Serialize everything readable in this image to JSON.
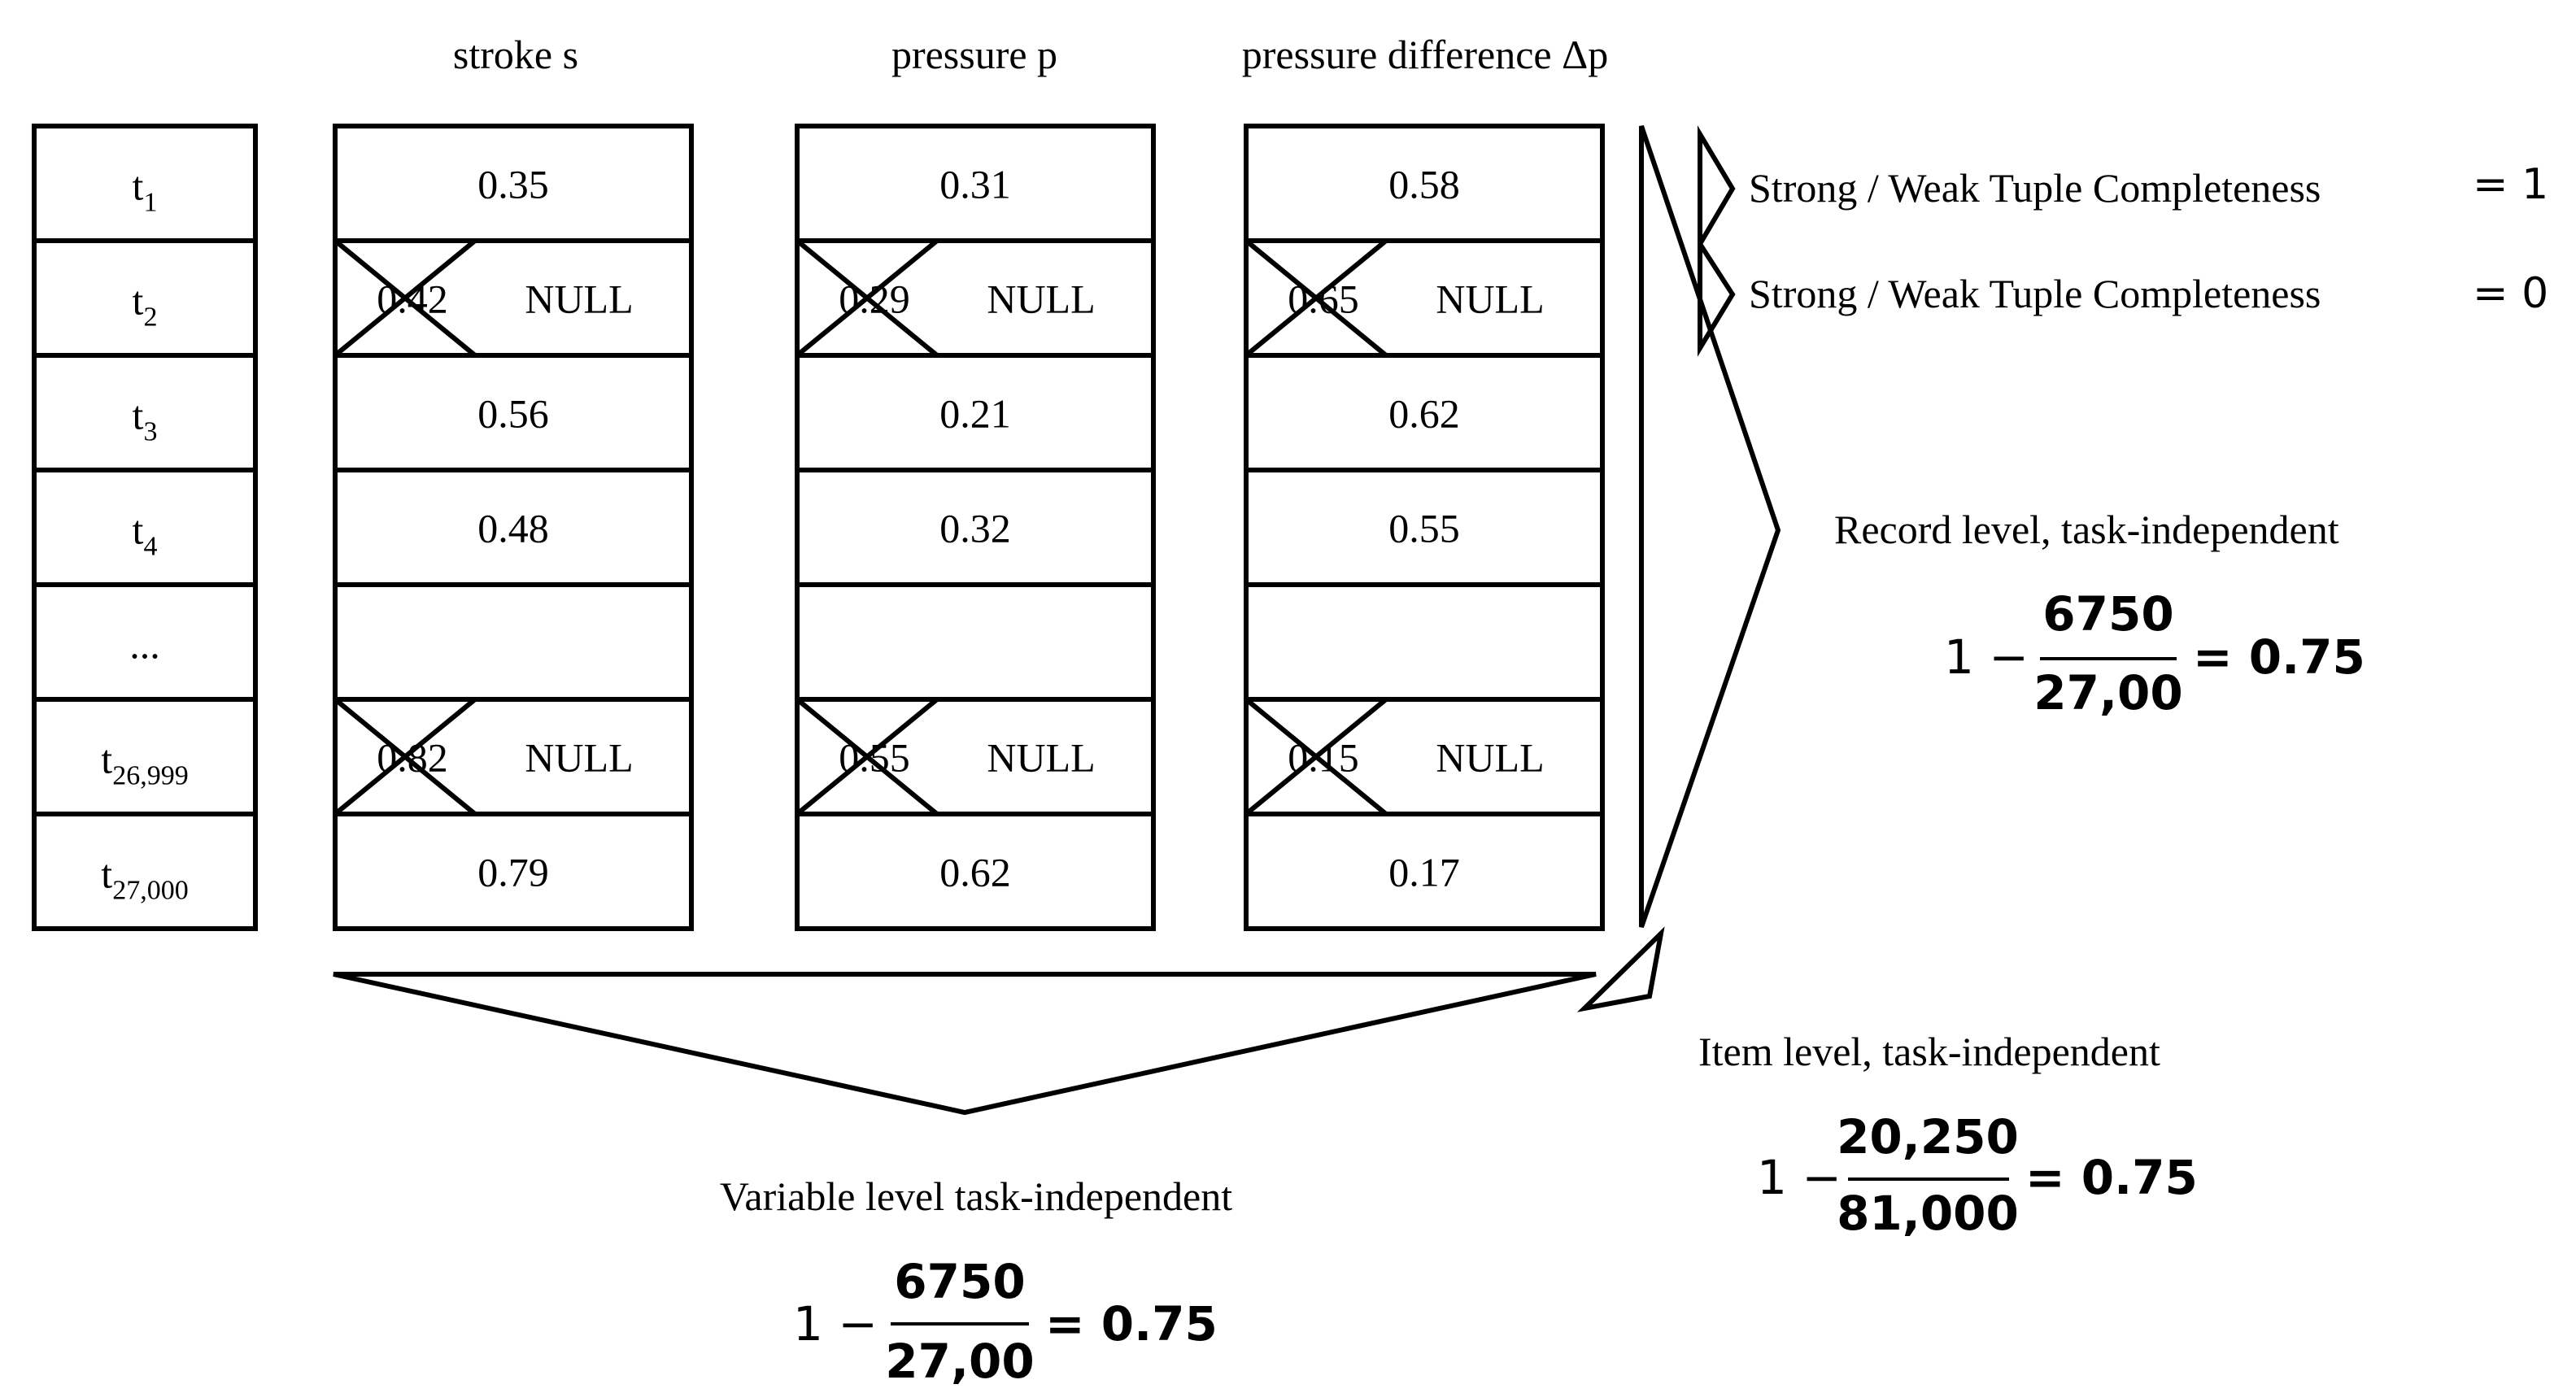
{
  "headers": {
    "stroke": "stroke s",
    "pressure": "pressure p",
    "difference": "pressure difference Δp"
  },
  "rows": [
    {
      "base": "t",
      "sub": "1"
    },
    {
      "base": "t",
      "sub": "2"
    },
    {
      "base": "t",
      "sub": "3"
    },
    {
      "base": "t",
      "sub": "4"
    },
    {
      "base": "...",
      "sub": ""
    },
    {
      "base": "t",
      "sub": "26,999"
    },
    {
      "base": "t",
      "sub": "27,000"
    }
  ],
  "columns": [
    {
      "name": "stroke",
      "cells": [
        {
          "value": "0.35"
        },
        {
          "value": "0.42",
          "struck": true,
          "replacement": "NULL"
        },
        {
          "value": "0.56"
        },
        {
          "value": "0.48"
        },
        {
          "value": ""
        },
        {
          "value": "0.82",
          "struck": true,
          "replacement": "NULL"
        },
        {
          "value": "0.79"
        }
      ]
    },
    {
      "name": "pressure",
      "cells": [
        {
          "value": "0.31"
        },
        {
          "value": "0.29",
          "struck": true,
          "replacement": "NULL"
        },
        {
          "value": "0.21"
        },
        {
          "value": "0.32"
        },
        {
          "value": ""
        },
        {
          "value": "0.55",
          "struck": true,
          "replacement": "NULL"
        },
        {
          "value": "0.62"
        }
      ]
    },
    {
      "name": "difference",
      "cells": [
        {
          "value": "0.58"
        },
        {
          "value": "0.65",
          "struck": true,
          "replacement": "NULL"
        },
        {
          "value": "0.62"
        },
        {
          "value": "0.55"
        },
        {
          "value": ""
        },
        {
          "value": "0.15",
          "struck": true,
          "replacement": "NULL"
        },
        {
          "value": "0.17"
        }
      ]
    }
  ],
  "tuple_completeness": [
    {
      "label": "Strong / Weak Tuple Completeness",
      "result": "= 1"
    },
    {
      "label": "Strong / Weak Tuple Completeness",
      "result": "= 0"
    }
  ],
  "record_level": {
    "label": "Record level, task-independent",
    "lhs": "1 −",
    "numerator": "6750",
    "denominator": "27,00",
    "result": "= 0.75"
  },
  "item_level": {
    "label": "Item level, task-independent",
    "lhs": "1 −",
    "numerator": "20,250",
    "denominator": "81,000",
    "result": "= 0.75"
  },
  "variable_level": {
    "label": "Variable level task-independent",
    "lhs": "1 −",
    "numerator": "6750",
    "denominator": "27,00",
    "result": "= 0.75"
  }
}
